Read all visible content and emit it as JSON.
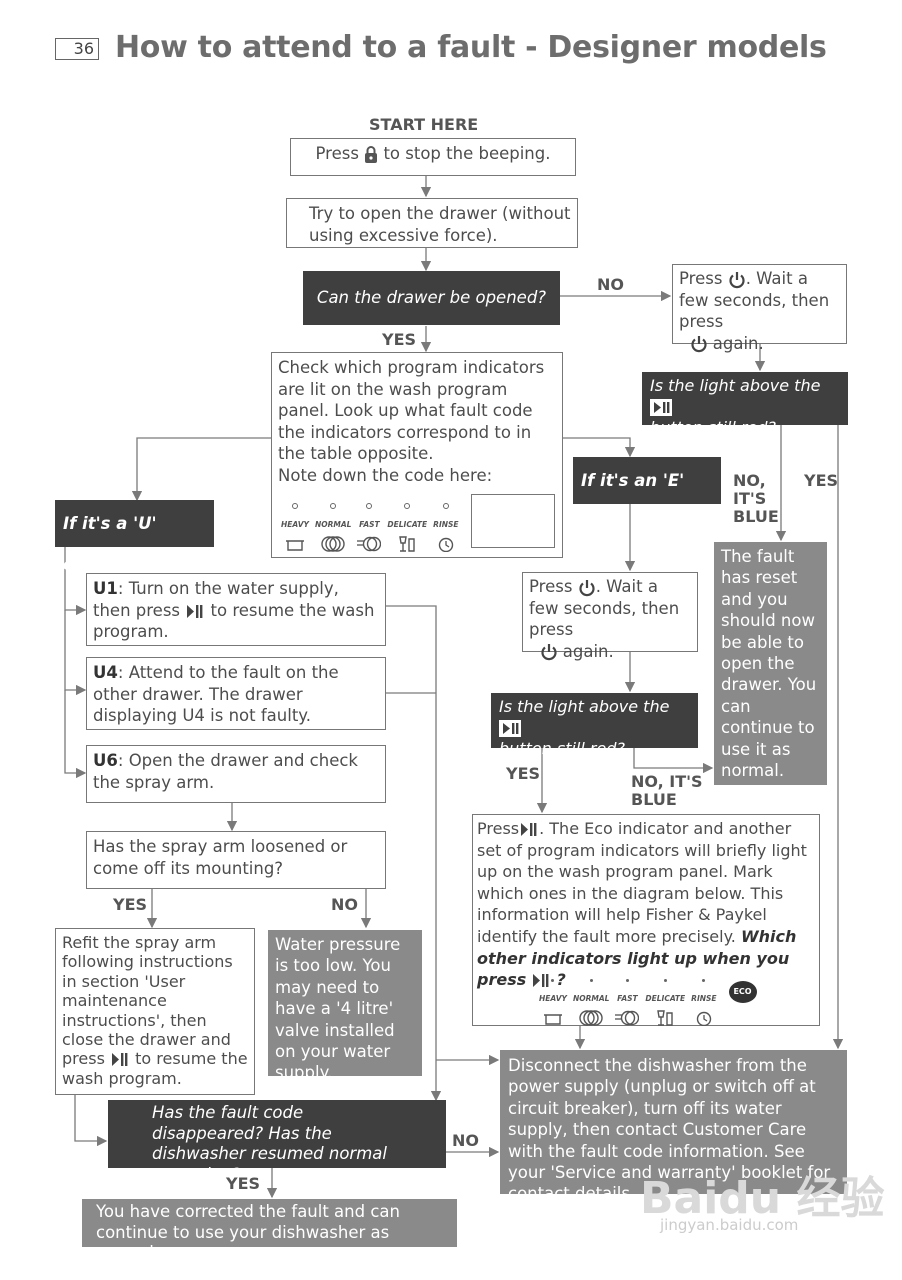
{
  "page": {
    "number": "36",
    "title": "How to attend to a fault - Designer models"
  },
  "start": {
    "label": "START HERE",
    "press_pre": "Press",
    "press_post": "to stop the beeping."
  },
  "try_open": "Try to open the drawer (without using excessive force).",
  "q_opened": "Can the drawer be opened?",
  "labels": {
    "no": "NO",
    "yes": "YES",
    "no_blue": "NO, IT'S BLUE",
    "no_its_blue": "NO, IT'S BLUE"
  },
  "press_power_wait": {
    "p1": "Press",
    "p2": ". Wait a few seconds, then press",
    "p3": "again."
  },
  "q_light_red": {
    "pre": "Is the light above the",
    "post": "button still red?"
  },
  "check_indicators": {
    "text": "Check which program indicators are lit on the wash program panel. Look up what fault code the indicators correspond to in the table opposite.",
    "note": "Note down the code here:"
  },
  "programs": [
    "HEAVY",
    "NORMAL",
    "FAST",
    "DELICATE",
    "RINSE"
  ],
  "u_code": "If it's a 'U' code",
  "e_code": "If it's an 'E' code",
  "u1": {
    "code": "U1",
    "pre": ": Turn on the water supply, then press",
    "post": "to resume the wash program."
  },
  "u4": {
    "code": "U4",
    "text": ": Attend to the fault on the other drawer. The drawer displaying U4 is not faulty."
  },
  "u6": {
    "code": "U6",
    "text": ": Open the drawer and check the spray arm."
  },
  "q_spray": "Has the spray arm loosened or come off its mounting?",
  "refit": {
    "pre": "Refit the spray arm following instructions in section 'User maintenance instructions', then close the drawer and press",
    "post": "to resume the wash program."
  },
  "water_pressure": "Water pressure is too low. You may need to have a '4 litre' valve installed on your water supply.",
  "fault_reset": "The fault has reset and you should now be able to open the drawer. You can continue to use it as normal.",
  "press_eco": {
    "pre": "Press",
    "text": ". The Eco indicator and another set of program indicators will briefly light up on the wash program panel. Mark which ones in the diagram below. This information will help Fisher & Paykel identify the fault more precisely.",
    "italic": "Which other indicators light up when you press",
    "italic_end": "?",
    "eco": "ECO"
  },
  "q_fault_gone": "Has the fault code disappeared? Has the dishwasher resumed normal operation?",
  "corrected": "You have corrected the fault and can continue to use your dishwasher as normal.",
  "disconnect": "Disconnect the dishwasher from the power supply (unplug or switch off at circuit breaker), turn off its water supply, then contact Customer Care with the fault code information. See your 'Service and warranty' booklet for contact details.",
  "watermark": {
    "brand": "Baidu 经验",
    "url": "jingyan.baidu.com"
  }
}
